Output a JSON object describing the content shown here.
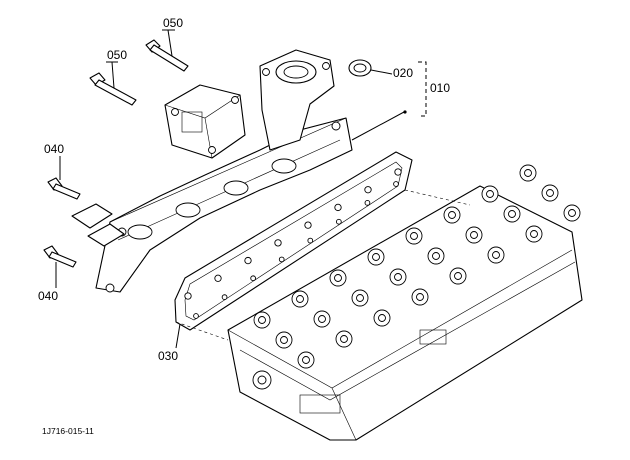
{
  "diagram": {
    "code": "1J716-015-11",
    "callouts": [
      {
        "id": "bolt-upper-right",
        "label": "050"
      },
      {
        "id": "bolt-upper-left",
        "label": "050"
      },
      {
        "id": "seal",
        "label": "020"
      },
      {
        "id": "assembly",
        "label": "010"
      },
      {
        "id": "bolt-left-upper",
        "label": "040"
      },
      {
        "id": "bolt-left-lower",
        "label": "040"
      },
      {
        "id": "gasket",
        "label": "030"
      }
    ]
  }
}
